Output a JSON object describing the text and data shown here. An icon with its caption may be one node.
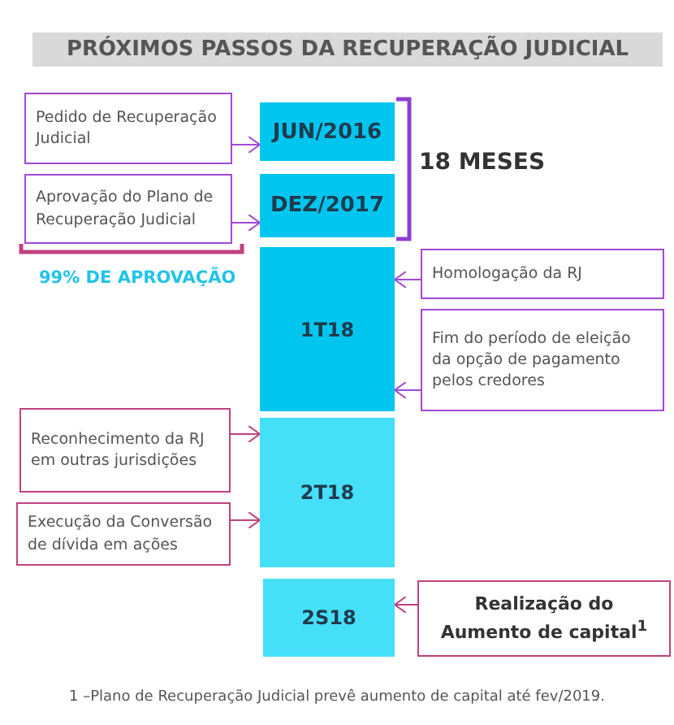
{
  "diagram": {
    "title": "PRÓXIMOS PASSOS DA RECUPERAÇÃO JUDICIAL",
    "nodes": [
      {
        "text": [
          "JUN/2016"
        ]
      },
      {
        "text": [
          "DEZ/2017"
        ]
      },
      {
        "text": [
          "1T18"
        ]
      },
      {
        "text": [
          "2T18"
        ]
      },
      {
        "text": [
          "2S18"
        ]
      },
      {
        "text": [
          "Pedido de Recuperação Judicial"
        ]
      },
      {
        "text": [
          "Aprovação do Plano de Recuperação Judicial"
        ]
      },
      {
        "text": [
          "Homologação da RJ"
        ]
      },
      {
        "text": [
          "Fim do período de eleição da opção de pagamento pelos credores"
        ]
      },
      {
        "text": [
          "Reconhecimento da RJ em outras jurisdições"
        ]
      },
      {
        "text": [
          "Execução da Conversão de dívida em ações"
        ]
      },
      {
        "text": [
          "Realização do Aumento de capital$^{1}$"
        ]
      }
    ],
    "edges": [
      {
        "from": 5,
        "to": 0,
        "arrow": "to"
      },
      {
        "from": 6,
        "to": 1,
        "arrow": "to"
      },
      {
        "from": 7,
        "to": 2,
        "arrow": "to"
      },
      {
        "from": 8,
        "to": 2,
        "arrow": "to"
      },
      {
        "from": 9,
        "to": 3,
        "arrow": "to",
        "color": "#c2407e"
      },
      {
        "from": 10,
        "to": 3,
        "arrow": "to",
        "color": "#c2407e"
      },
      {
        "from": 11,
        "to": 4,
        "arrow": "to",
        "color": "#c2407e"
      }
    ],
    "labels": [
      "18 MESES",
      "99% DE APROVAÇÃO"
    ],
    "caption": "1 –Plano de Recuperação Judicial prevê aumento de capital até fev/2019."
  }
}
